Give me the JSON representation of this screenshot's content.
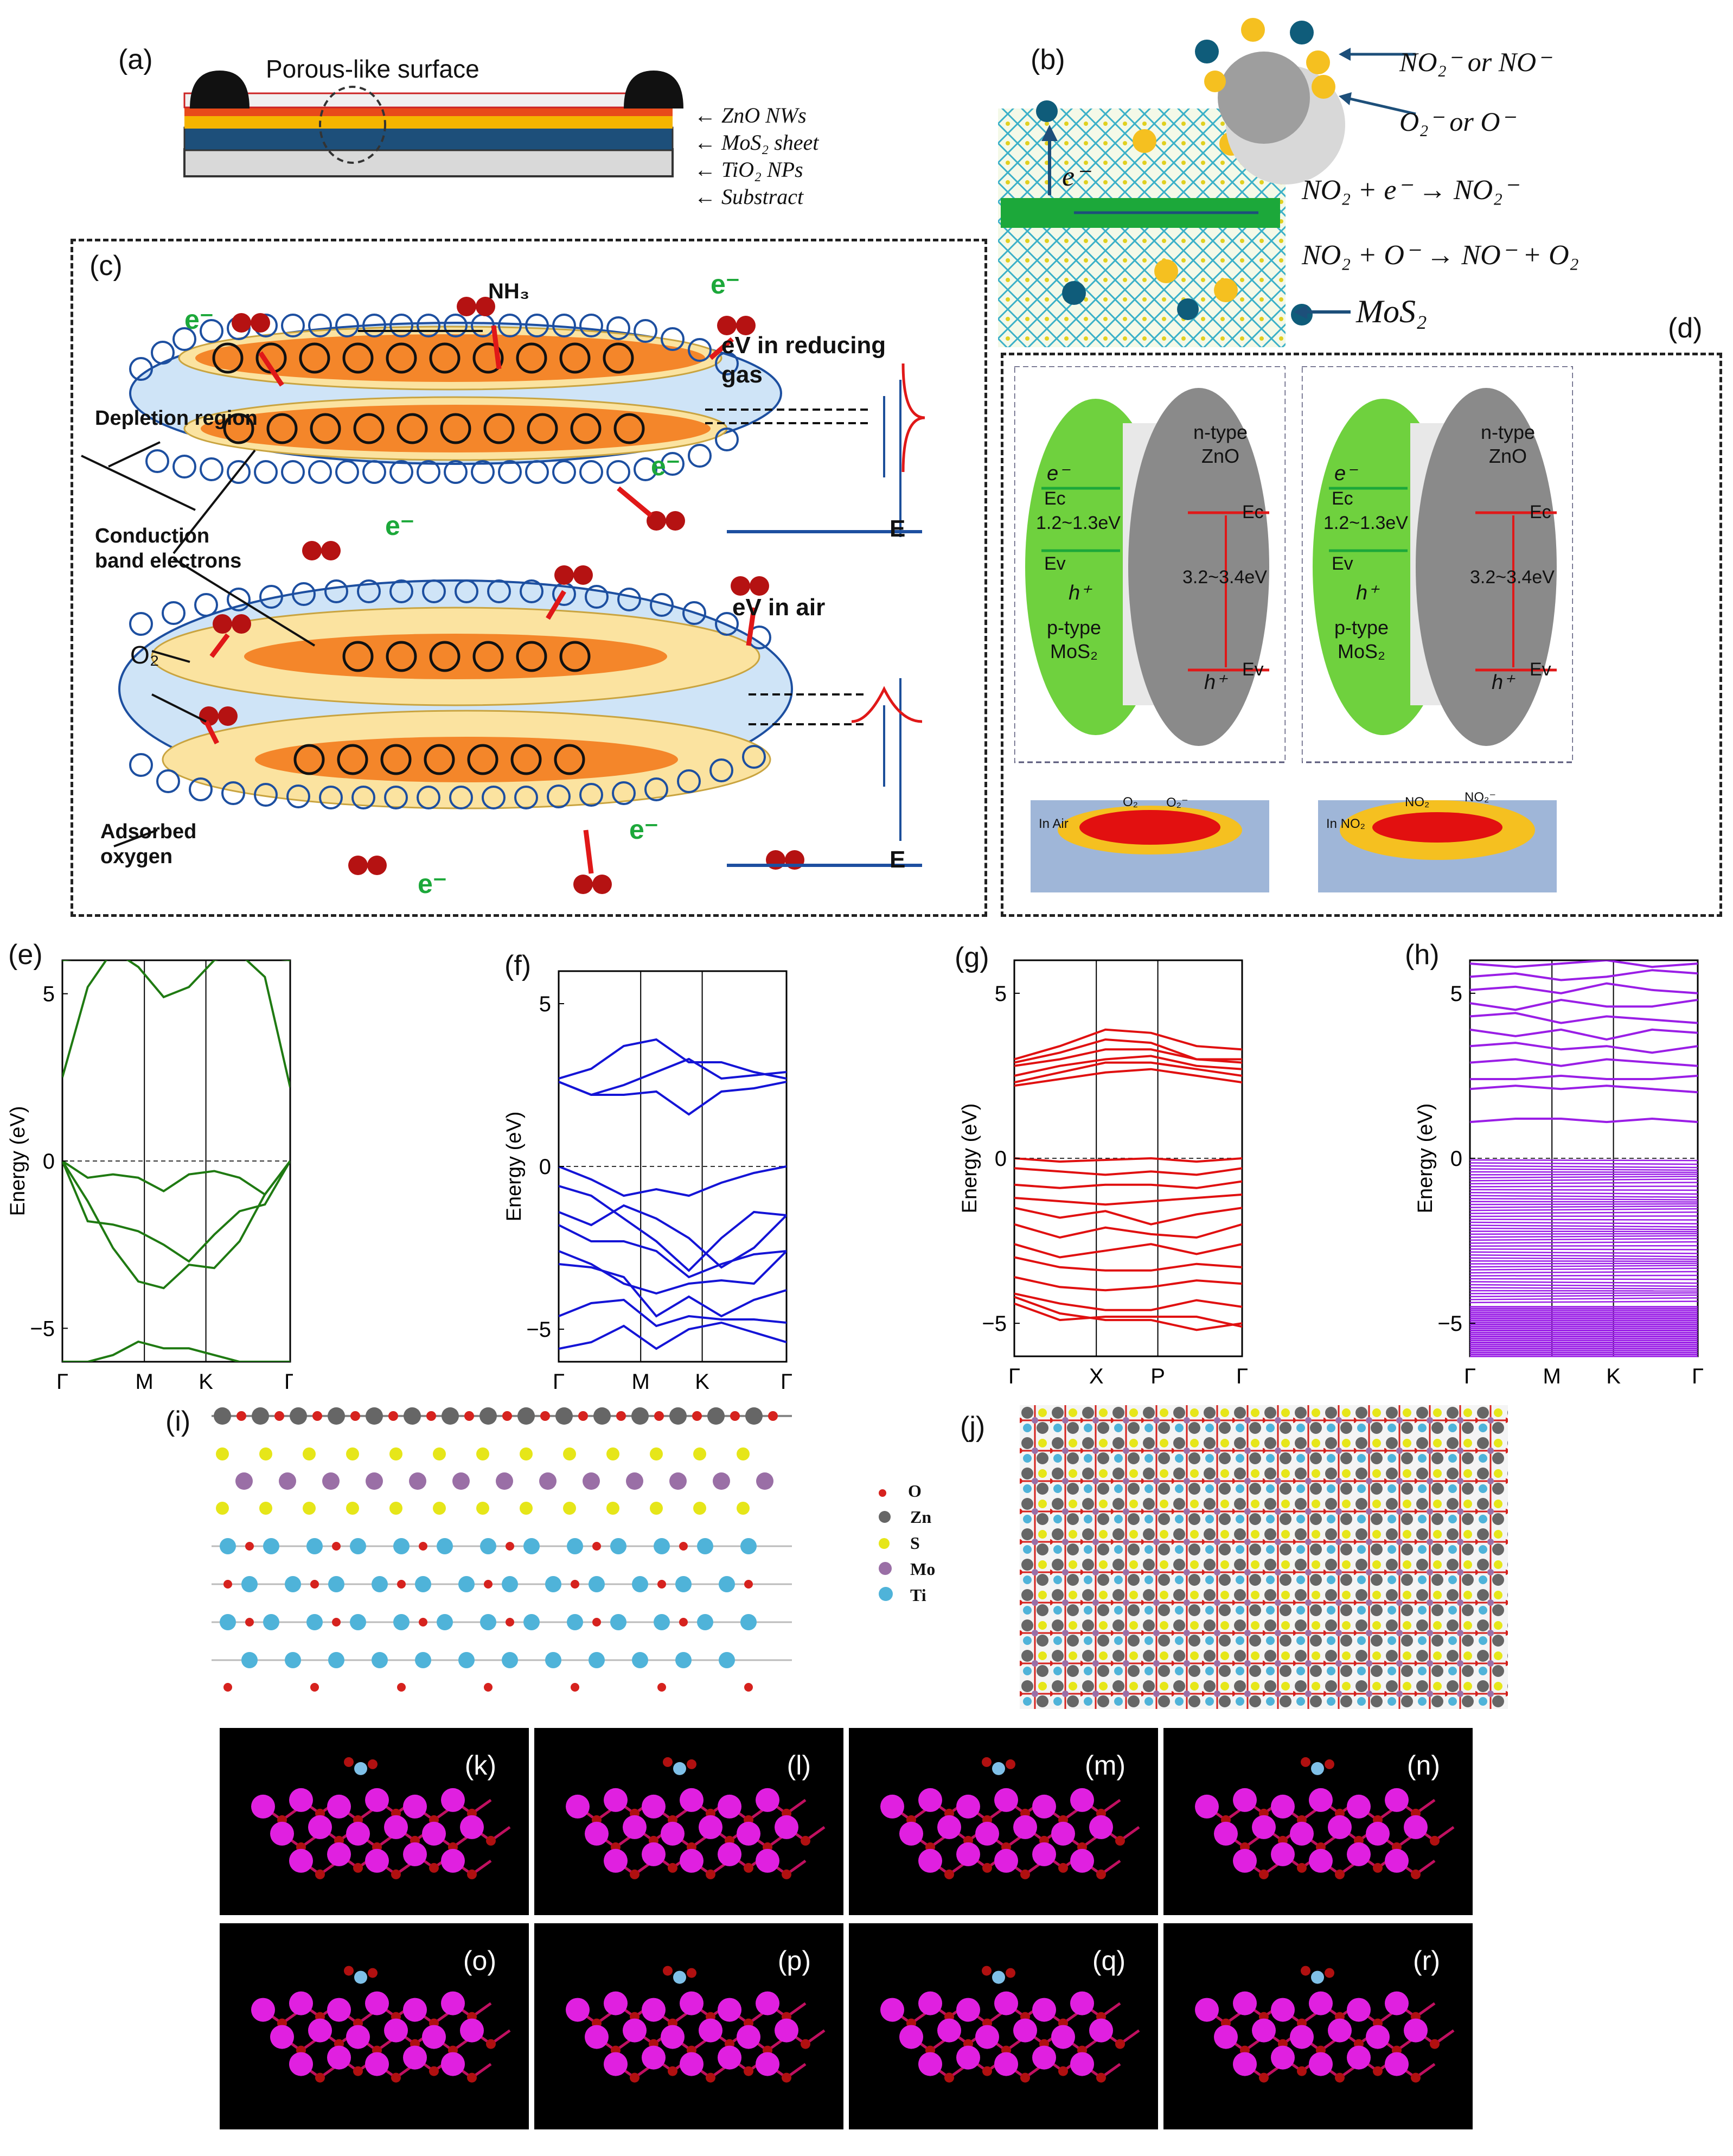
{
  "panel_labels": [
    "(a)",
    "(b)",
    "(c)",
    "(d)",
    "(e)",
    "(f)",
    "(g)",
    "(h)",
    "(i)",
    "(j)",
    "(k)",
    "(l)",
    "(m)",
    "(n)",
    "(o)",
    "(p)",
    "(q)",
    "(r)"
  ],
  "panel_a": {
    "title": "Porous-like surface",
    "layers": [
      "ZnO NWs",
      "MoS₂ sheet",
      "TiO₂ NPs",
      "Substract"
    ]
  },
  "panel_b": {
    "ions": [
      "NO₂⁻ or NO⁻",
      "O₂⁻ or O⁻"
    ],
    "electron": "e⁻",
    "reactions": [
      "NO₂ + e⁻ → NO₂⁻",
      "NO₂ + O⁻ → NO⁻ + O₂"
    ],
    "material": "MoS₂"
  },
  "panel_c": {
    "nh3": "NH₃",
    "labels": {
      "depletion": "Depletion region",
      "conduction": "Conduction band electrons",
      "o2": "O₂",
      "adsorbed": "Adsorbed oxygen",
      "ev_reducing": "eV in reducing gas",
      "ev_air": "eV in air",
      "e_axis": "E",
      "electron": "e⁻"
    }
  },
  "panel_d": {
    "left": {
      "ptype": "p-type",
      "ptype_mat": "MoS₂",
      "ntype": "n-type",
      "ntype_mat": "ZnO",
      "gap_p": "1.2~1.3eV",
      "gap_n": "3.2~3.4eV",
      "ec": "Ec",
      "ev": "Ev",
      "hplus": "h⁺",
      "eminus": "e⁻",
      "env": "In Air",
      "gas": "O₂",
      "ion": "O₂⁻"
    },
    "right": {
      "ptype": "p-type",
      "ptype_mat": "MoS₂",
      "ntype": "n-type",
      "ntype_mat": "ZnO",
      "gap_p": "1.2~1.3eV",
      "gap_n": "3.2~3.4eV",
      "ec": "Ec",
      "ev": "Ev",
      "hplus": "h⁺",
      "eminus": "e⁻",
      "env": "In NO₂",
      "gas": "NO₂",
      "ion": "NO₂⁻"
    }
  },
  "chart_data": [
    {
      "type": "line",
      "panel": "(e)",
      "ylabel": "Energy (eV)",
      "ylim": [
        -6,
        6
      ],
      "yticks": [
        "5",
        "0",
        "−5"
      ],
      "xticks": [
        "Γ",
        "M",
        "K",
        "Γ"
      ],
      "color": "#1f7a12",
      "series": [
        {
          "values": [
            6.0,
            6.2,
            6.3,
            6.2,
            6.0
          ]
        },
        {
          "values": [
            2.5,
            5.2,
            6.3,
            5.8,
            4.9,
            5.2,
            6.0,
            6.2,
            5.5,
            2.2
          ]
        },
        {
          "values": [
            0,
            -0.5,
            -0.4,
            -0.5,
            -0.9,
            -0.4,
            -0.3,
            -0.5,
            -1.0,
            0
          ]
        },
        {
          "values": [
            0,
            -1.8,
            -1.9,
            -2.1,
            -2.5,
            -3.0,
            -2.2,
            -1.5,
            -1.3,
            0
          ]
        },
        {
          "values": [
            0,
            -1.2,
            -2.6,
            -3.6,
            -3.8,
            -3.1,
            -3.2,
            -2.4,
            -1.0,
            0
          ]
        },
        {
          "values": [
            -6,
            -6,
            -5.8,
            -5.4,
            -5.6,
            -5.6,
            -5.8,
            -6,
            -6,
            -6
          ]
        }
      ]
    },
    {
      "type": "line",
      "panel": "(f)",
      "ylabel": "Energy (eV)",
      "ylim": [
        -6,
        6
      ],
      "yticks": [
        "5",
        "0",
        "−5"
      ],
      "xticks": [
        "Γ",
        "M",
        "K",
        "Γ"
      ],
      "color": "#1414d6",
      "series": [
        {
          "values": [
            2.7,
            3.0,
            3.7,
            3.9,
            3.2,
            3.2,
            2.9,
            2.7
          ]
        },
        {
          "values": [
            2.6,
            2.2,
            2.5,
            2.9,
            3.3,
            2.7,
            2.8,
            2.9
          ]
        },
        {
          "values": [
            2.6,
            2.2,
            2.2,
            2.3,
            1.6,
            2.3,
            2.4,
            2.6
          ]
        },
        {
          "values": [
            0,
            -0.4,
            -0.9,
            -0.7,
            -0.9,
            -0.5,
            -0.2,
            0
          ]
        },
        {
          "values": [
            -0.6,
            -0.9,
            -1.6,
            -2.3,
            -3.2,
            -2.2,
            -1.4,
            -1.5
          ]
        },
        {
          "values": [
            -1.4,
            -1.8,
            -1.2,
            -1.6,
            -2.2,
            -3.1,
            -2.5,
            -1.5
          ]
        },
        {
          "values": [
            -1.8,
            -2.3,
            -2.3,
            -2.6,
            -3.4,
            -3.0,
            -2.7,
            -2.6
          ]
        },
        {
          "values": [
            -2.6,
            -3.0,
            -3.6,
            -3.9,
            -3.6,
            -3.5,
            -3.6,
            -2.6
          ]
        },
        {
          "values": [
            -3.0,
            -3.1,
            -3.4,
            -4.6,
            -4.0,
            -4.6,
            -4.1,
            -3.8
          ]
        },
        {
          "values": [
            -4.6,
            -4.2,
            -4.1,
            -4.9,
            -4.6,
            -4.7,
            -4.7,
            -4.8
          ]
        },
        {
          "values": [
            -5.6,
            -5.4,
            -4.9,
            -5.6,
            -5.0,
            -4.8,
            -5.1,
            -5.4
          ]
        }
      ]
    },
    {
      "type": "line",
      "panel": "(g)",
      "ylabel": "Energy (eV)",
      "ylim": [
        -6,
        6
      ],
      "yticks": [
        "5",
        "0",
        "−5"
      ],
      "xticks": [
        "Γ",
        "X",
        "P",
        "Γ"
      ],
      "color": "#e01010",
      "series": [
        {
          "values": [
            3.0,
            3.4,
            3.9,
            3.8,
            3.4,
            3.3
          ]
        },
        {
          "values": [
            2.9,
            3.2,
            3.6,
            3.5,
            3.0,
            3.0
          ]
        },
        {
          "values": [
            2.8,
            3.0,
            3.3,
            3.3,
            3.0,
            2.9
          ]
        },
        {
          "values": [
            2.5,
            2.8,
            3.0,
            3.1,
            2.8,
            2.7
          ]
        },
        {
          "values": [
            2.3,
            2.6,
            2.9,
            2.9,
            2.7,
            2.5
          ]
        },
        {
          "values": [
            2.2,
            2.4,
            2.6,
            2.7,
            2.5,
            2.3
          ]
        },
        {
          "values": [
            0,
            -0.1,
            -0.05,
            0,
            -0.1,
            0
          ]
        },
        {
          "values": [
            -0.3,
            -0.4,
            -0.5,
            -0.4,
            -0.5,
            -0.3
          ]
        },
        {
          "values": [
            -0.8,
            -0.9,
            -0.8,
            -0.8,
            -0.9,
            -0.7
          ]
        },
        {
          "values": [
            -1.2,
            -1.3,
            -1.4,
            -1.3,
            -1.2,
            -1.1
          ]
        },
        {
          "values": [
            -1.5,
            -1.8,
            -1.6,
            -2.0,
            -1.7,
            -1.5
          ]
        },
        {
          "values": [
            -2.0,
            -2.4,
            -2.1,
            -2.3,
            -2.4,
            -2.0
          ]
        },
        {
          "values": [
            -2.6,
            -3.0,
            -2.8,
            -2.6,
            -2.9,
            -2.6
          ]
        },
        {
          "values": [
            -3.0,
            -3.3,
            -3.4,
            -3.4,
            -3.2,
            -3.3
          ]
        },
        {
          "values": [
            -3.6,
            -3.9,
            -4.0,
            -3.9,
            -3.7,
            -3.8
          ]
        },
        {
          "values": [
            -4.1,
            -4.4,
            -4.6,
            -4.6,
            -4.3,
            -4.5
          ]
        },
        {
          "values": [
            -4.4,
            -4.9,
            -4.8,
            -4.8,
            -4.8,
            -5.1
          ]
        },
        {
          "values": [
            -4.2,
            -4.7,
            -4.9,
            -4.9,
            -5.2,
            -5.0
          ]
        }
      ]
    },
    {
      "type": "line",
      "panel": "(h)",
      "ylabel": "Energy (eV)",
      "ylim": [
        -6,
        6
      ],
      "yticks": [
        "5",
        "0",
        "−5"
      ],
      "xticks": [
        "Γ",
        "M",
        "K",
        "Γ"
      ],
      "color": "#9a1ee6",
      "series": [
        {
          "values": [
            5.9,
            5.8,
            5.9,
            6.0,
            5.8,
            5.9
          ]
        },
        {
          "values": [
            5.5,
            5.6,
            5.4,
            5.5,
            5.7,
            5.6
          ]
        },
        {
          "values": [
            5.1,
            5.2,
            5.0,
            5.3,
            5.1,
            5.0
          ]
        },
        {
          "values": [
            4.7,
            4.5,
            4.8,
            4.6,
            4.6,
            4.8
          ]
        },
        {
          "values": [
            4.3,
            4.4,
            4.1,
            4.3,
            4.2,
            4.1
          ]
        },
        {
          "values": [
            3.9,
            3.7,
            3.9,
            3.6,
            3.9,
            3.8
          ]
        },
        {
          "values": [
            3.4,
            3.5,
            3.3,
            3.4,
            3.2,
            3.4
          ]
        },
        {
          "values": [
            2.9,
            3.0,
            2.8,
            3.0,
            2.9,
            2.8
          ]
        },
        {
          "values": [
            2.4,
            2.4,
            2.5,
            2.4,
            2.4,
            2.5
          ]
        },
        {
          "values": [
            2.1,
            2.2,
            2.1,
            2.2,
            2.1,
            2.0
          ]
        },
        {
          "values": [
            1.1,
            1.2,
            1.2,
            1.1,
            1.2,
            1.1
          ]
        }
      ]
    }
  ],
  "panel_i": {
    "legend": [
      "O",
      "Zn",
      "S",
      "Mo",
      "Ti"
    ]
  },
  "colors": {
    "zno_dots": "#d6221e",
    "zn": "#6b6b6b",
    "s": "#e6e619",
    "mo": "#9a6fa6",
    "ti": "#4fb3d9",
    "o": "#d6221e",
    "orange": "#f4862a",
    "cream": "#fbe3a0",
    "blue_ring": "#1d4fa0",
    "green": "#6fd13e",
    "gray": "#8a8a8a",
    "magenta": "#e020e0"
  }
}
